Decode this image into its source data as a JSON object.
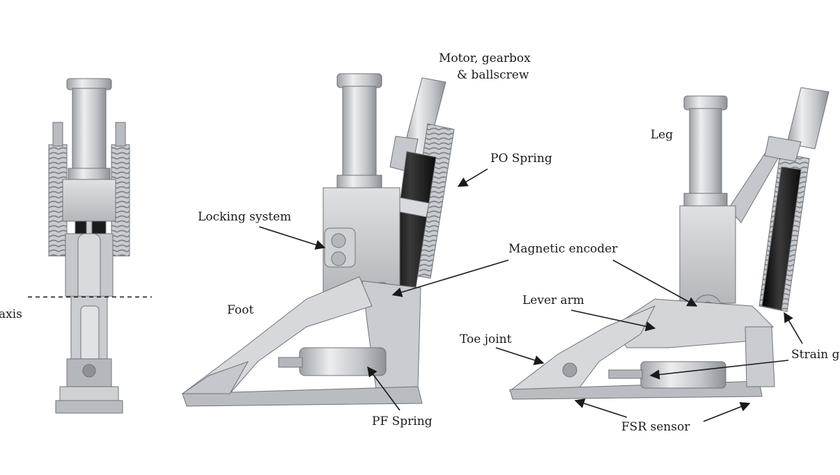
{
  "figure": {
    "views": [
      {
        "name": "front-view"
      },
      {
        "name": "side-view-schematic"
      },
      {
        "name": "side-view-detailed"
      }
    ],
    "labels": {
      "axis": "axis",
      "motor_line1": "Motor, gearbox",
      "motor_line2": "& ballscrew",
      "po_spring": "PO Spring",
      "locking_system": "Locking system",
      "magnetic_encoder": "Magnetic encoder",
      "foot": "Foot",
      "pf_spring": "PF Spring",
      "leg": "Leg",
      "lever_arm": "Lever arm",
      "toe_joint": "Toe joint",
      "strain_gauge": "Strain ga",
      "fsr_sensor": "FSR sensor"
    },
    "colors": {
      "metal_light": "#d6d8db",
      "metal_mid": "#b9bcc0",
      "metal_dark": "#8e9297",
      "spring_black": "#1b1b1b",
      "outline": "#6f7378",
      "arrow": "#1a1a1a"
    }
  }
}
